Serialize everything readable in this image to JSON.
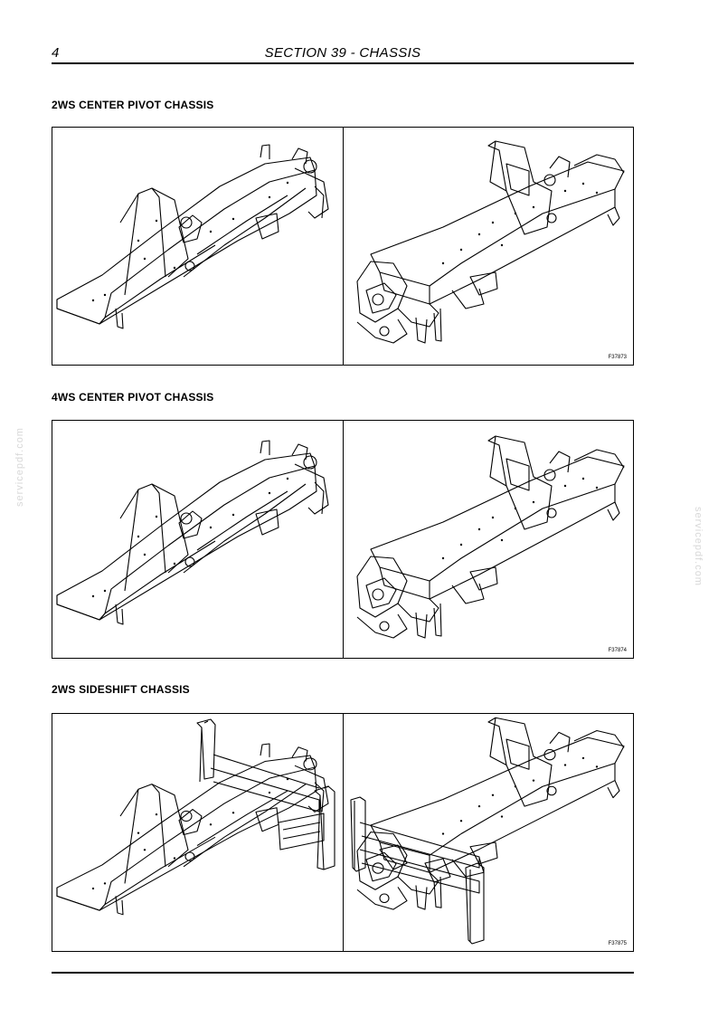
{
  "header": {
    "page_number": "4",
    "section_title": "SECTION 39 - CHASSIS"
  },
  "sections": [
    {
      "heading": "2WS CENTER PIVOT CHASSIS",
      "figure_code": "F37873"
    },
    {
      "heading": "4WS CENTER PIVOT CHASSIS",
      "figure_code": "F37874"
    },
    {
      "heading": "2WS SIDESHIFT CHASSIS",
      "figure_code": "F37875"
    }
  ],
  "watermark": {
    "text": "servicepdf.com"
  }
}
